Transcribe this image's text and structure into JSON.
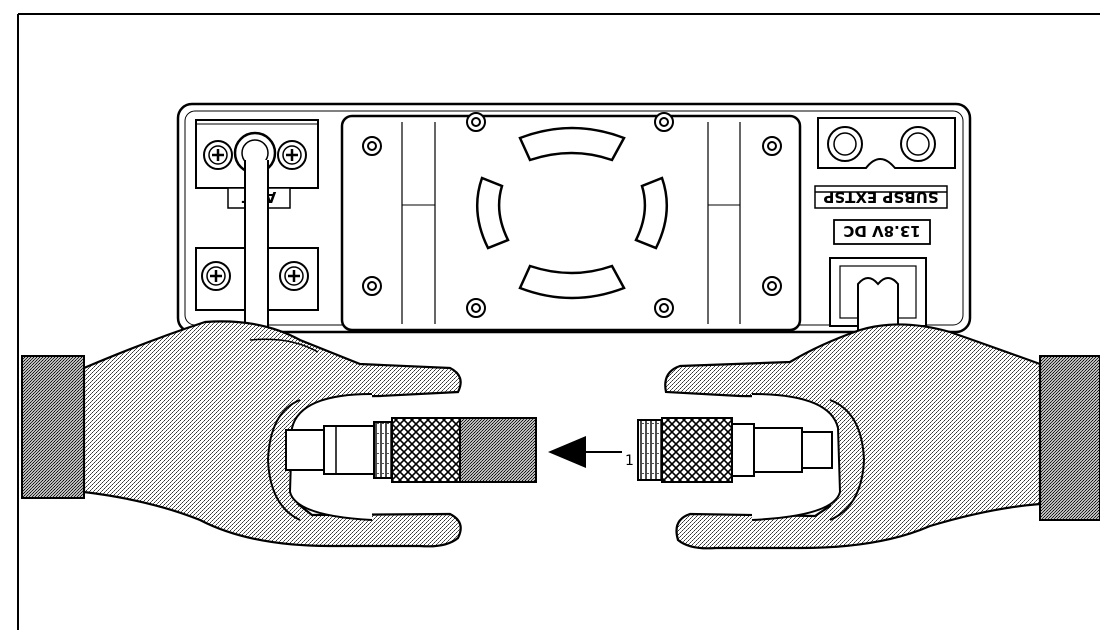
{
  "figure": {
    "labels": {
      "subsp": "SUBSP EXTSP",
      "power": "13.8V DC",
      "ant": "ANT",
      "step": "1"
    }
  },
  "colors": {
    "ink": "#000000",
    "paper": "#ffffff",
    "glove_stipple": "#8a8a8a",
    "panel": "#ffffff"
  },
  "icons": [
    "screw-terminal-icon",
    "fan-icon",
    "arrow-left-icon",
    "connector-plug-icon"
  ]
}
